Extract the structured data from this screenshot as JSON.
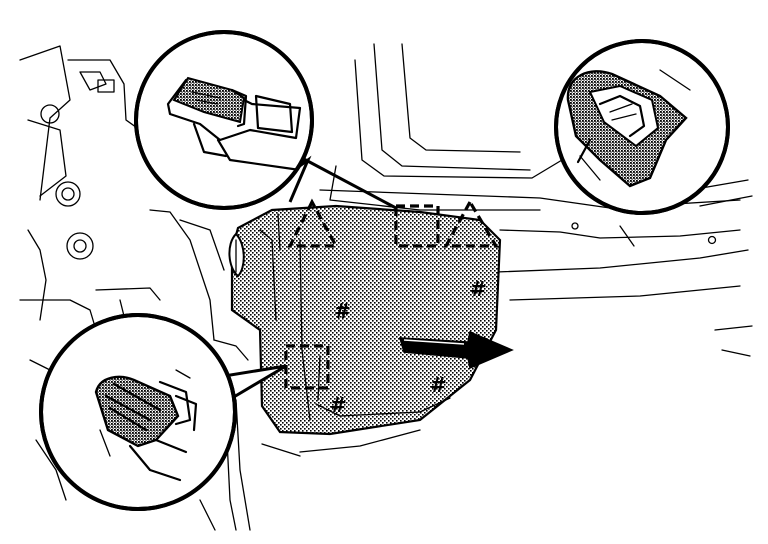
{
  "diagram": {
    "type": "service-manual-illustration",
    "colors": {
      "line": "#000000",
      "background": "#ffffff",
      "shading": "stipple"
    },
    "symbols": {
      "hatch_mark": "#",
      "triangle_markers": 2,
      "square_markers": 2,
      "zoom_callouts": 3,
      "removal_arrow": "arrow-right-icon"
    }
  }
}
